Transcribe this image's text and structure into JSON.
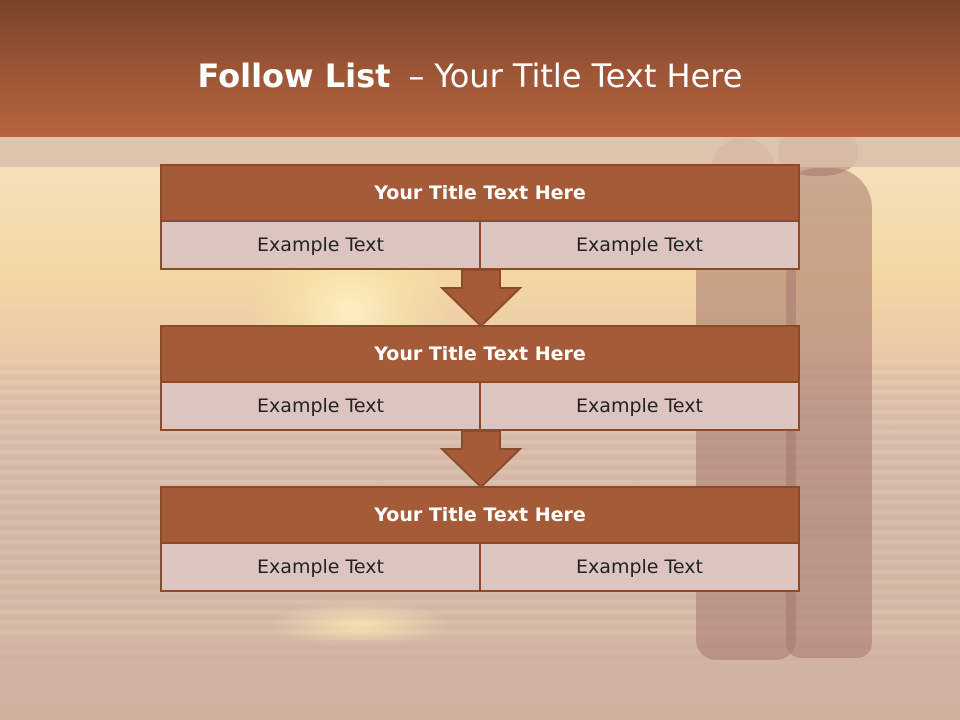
{
  "slide": {
    "title_bold": "Follow List",
    "title_separator": "–",
    "title_rest": "Your Title Text Here"
  },
  "steps": [
    {
      "title": "Your Title Text Here",
      "left_text": "Example Text",
      "right_text": "Example Text"
    },
    {
      "title": "Your Title Text Here",
      "left_text": "Example Text",
      "right_text": "Example Text"
    },
    {
      "title": "Your Title Text Here",
      "left_text": "Example Text",
      "right_text": "Example Text"
    }
  ],
  "colors": {
    "header": "#9e5737",
    "box_title": "#a55b38",
    "box_border": "#8a4a2c",
    "cell": "#dcc4c0"
  },
  "icons": [
    "down-arrow-icon",
    "down-arrow-icon"
  ]
}
